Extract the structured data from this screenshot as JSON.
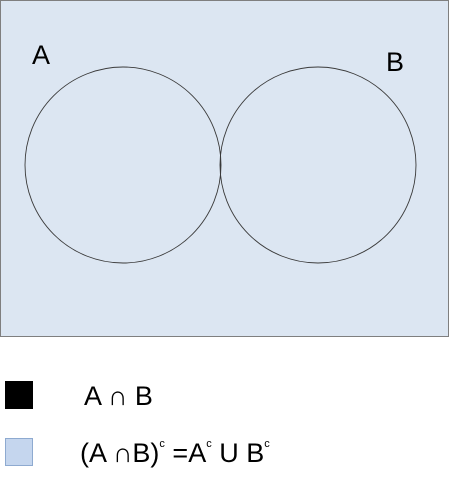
{
  "diagram": {
    "label_a": "A",
    "label_b": "B"
  },
  "legend": {
    "intersection": {
      "text": "A ∩ B"
    },
    "complement": {
      "lhs_open": "(A ∩B)",
      "lhs_sup": "c",
      "eq_a": " =A",
      "eq_a_sup": "c",
      "eq_union": " U B",
      "eq_b_sup": "c"
    }
  },
  "colors": {
    "universe_fill": "#dce6f2",
    "universe_border": "#7f7f7f",
    "intersection_fill": "#262e3a",
    "circle_stroke": "#3a3a3a",
    "swatch_black": "#000000",
    "swatch_light": "#c5d6ee"
  }
}
